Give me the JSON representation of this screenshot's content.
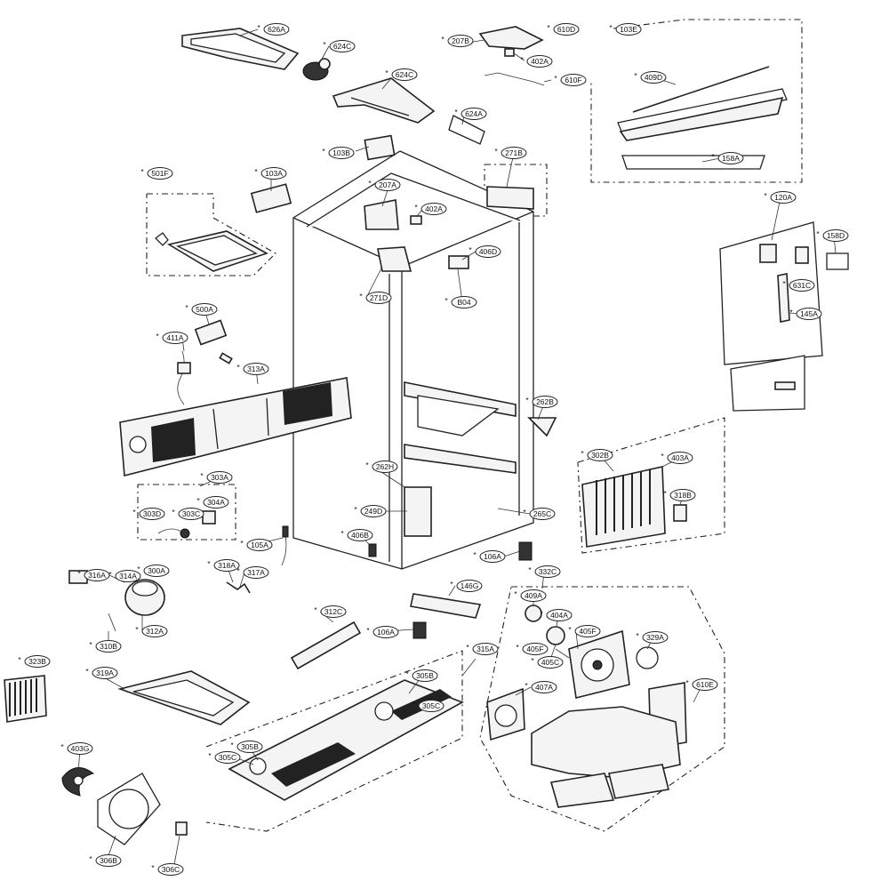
{
  "callouts": [
    {
      "label": "626A"
    },
    {
      "label": "624C"
    },
    {
      "label": "624C"
    },
    {
      "label": "624A"
    },
    {
      "label": "103B"
    },
    {
      "label": "207B"
    },
    {
      "label": "610D"
    },
    {
      "label": "402A"
    },
    {
      "label": "610F"
    },
    {
      "label": "103E"
    },
    {
      "label": "409D"
    },
    {
      "label": "158A"
    },
    {
      "label": "271B"
    },
    {
      "label": "501F"
    },
    {
      "label": "103A"
    },
    {
      "label": "207A"
    },
    {
      "label": "402A"
    },
    {
      "label": "406D"
    },
    {
      "label": "271D"
    },
    {
      "label": "B04"
    },
    {
      "label": "120A"
    },
    {
      "label": "158D"
    },
    {
      "label": "631C"
    },
    {
      "label": "145A"
    },
    {
      "label": "500A"
    },
    {
      "label": "411A"
    },
    {
      "label": "313A"
    },
    {
      "label": "262B"
    },
    {
      "label": "302B"
    },
    {
      "label": "403A"
    },
    {
      "label": "318B"
    },
    {
      "label": "303A"
    },
    {
      "label": "303D"
    },
    {
      "label": "303C"
    },
    {
      "label": "304A"
    },
    {
      "label": "262H"
    },
    {
      "label": "249D"
    },
    {
      "label": "265C"
    },
    {
      "label": "105A"
    },
    {
      "label": "406B"
    },
    {
      "label": "106A"
    },
    {
      "label": "332C"
    },
    {
      "label": "316A"
    },
    {
      "label": "314A"
    },
    {
      "label": "300A"
    },
    {
      "label": "318A"
    },
    {
      "label": "317A"
    },
    {
      "label": "146G"
    },
    {
      "label": "312C"
    },
    {
      "label": "106A"
    },
    {
      "label": "409A"
    },
    {
      "label": "404A"
    },
    {
      "label": "405F"
    },
    {
      "label": "405F"
    },
    {
      "label": "405C"
    },
    {
      "label": "329A"
    },
    {
      "label": "310B"
    },
    {
      "label": "312A"
    },
    {
      "label": "315A"
    },
    {
      "label": "323B"
    },
    {
      "label": "319A"
    },
    {
      "label": "305B"
    },
    {
      "label": "305C"
    },
    {
      "label": "407A"
    },
    {
      "label": "610E"
    },
    {
      "label": "305B"
    },
    {
      "label": "305C"
    },
    {
      "label": "403G"
    },
    {
      "label": "306B"
    },
    {
      "label": "306C"
    }
  ]
}
